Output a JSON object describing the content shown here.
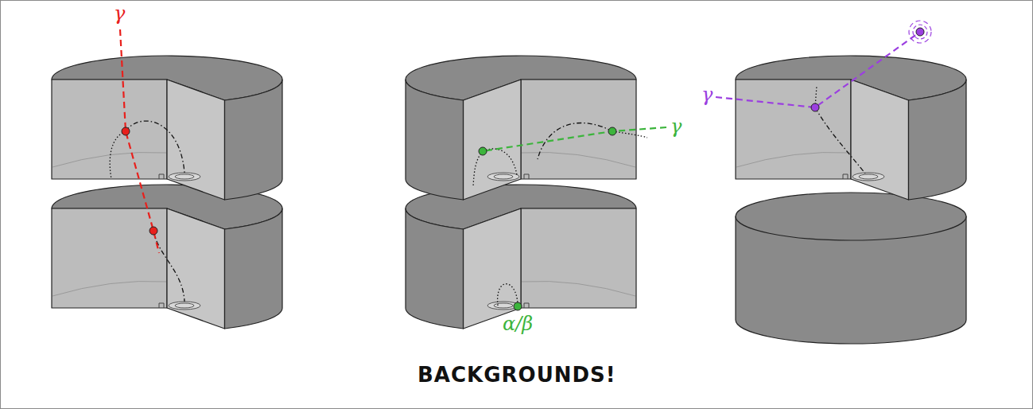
{
  "diagram": {
    "caption": "BACKGROUNDS!",
    "labels": [
      "γ",
      "γ",
      "α/β",
      "γ"
    ]
  }
}
